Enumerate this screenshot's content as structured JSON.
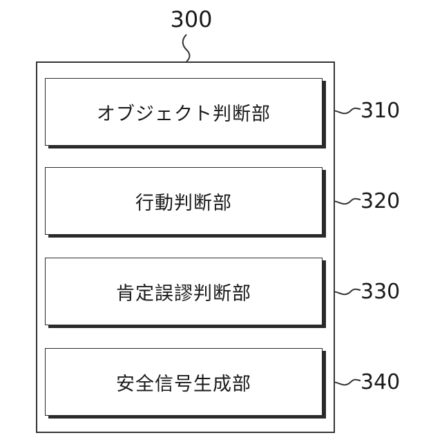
{
  "container": {
    "ref": "300"
  },
  "modules": [
    {
      "label": "オブジェクト判断部",
      "ref": "310"
    },
    {
      "label": "行動判断部",
      "ref": "320"
    },
    {
      "label": "肯定誤謬判断部",
      "ref": "330"
    },
    {
      "label": "安全信号生成部",
      "ref": "340"
    }
  ]
}
